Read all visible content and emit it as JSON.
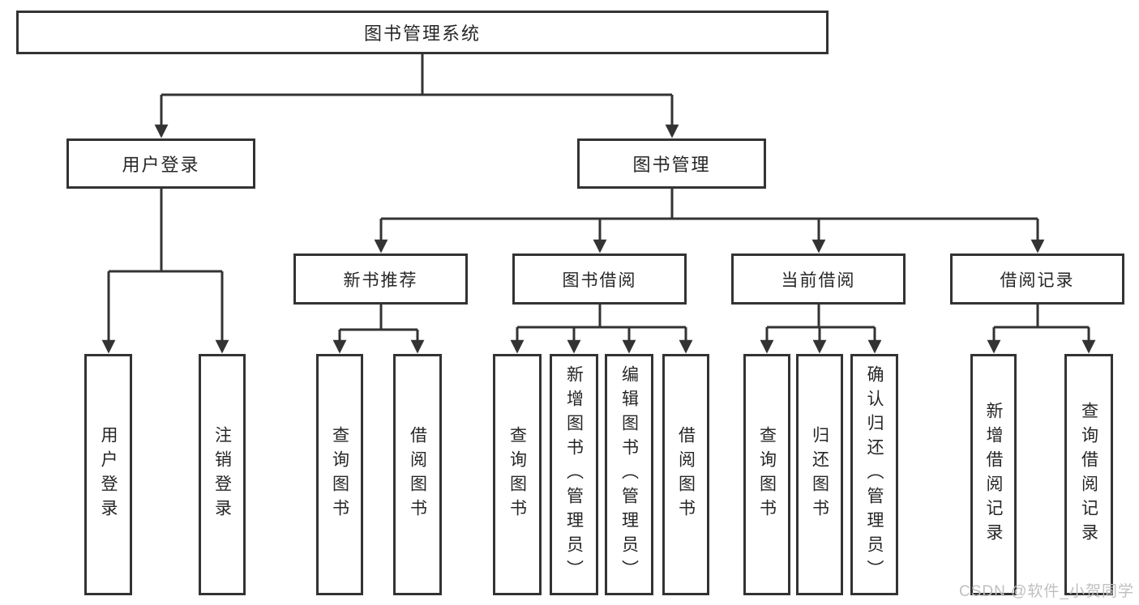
{
  "diagram_title": "图书管理系统",
  "tree": {
    "label": "图书管理系统",
    "children": [
      {
        "label": "用户登录",
        "children": [
          {
            "label": "用户登录"
          },
          {
            "label": "注销登录"
          }
        ]
      },
      {
        "label": "图书管理",
        "children": [
          {
            "label": "新书推荐",
            "children": [
              {
                "label": "查询图书"
              },
              {
                "label": "借阅图书"
              }
            ]
          },
          {
            "label": "图书借阅",
            "children": [
              {
                "label": "查询图书"
              },
              {
                "label": "新增图书（管理员）"
              },
              {
                "label": "编辑图书（管理员）"
              },
              {
                "label": "借阅图书"
              }
            ]
          },
          {
            "label": "当前借阅",
            "children": [
              {
                "label": "查询图书"
              },
              {
                "label": "归还图书"
              },
              {
                "label": "确认归还（管理员）"
              }
            ]
          },
          {
            "label": "借阅记录",
            "children": [
              {
                "label": "新增借阅记录"
              },
              {
                "label": "查询借阅记录"
              }
            ]
          }
        ]
      }
    ]
  },
  "watermark": {
    "text": "CSDN @软件_小贺同学"
  },
  "colors": {
    "line": "#333333",
    "box_border": "#333333",
    "text": "#262626",
    "background": "#ffffff",
    "watermark": "#bfbfbf"
  }
}
